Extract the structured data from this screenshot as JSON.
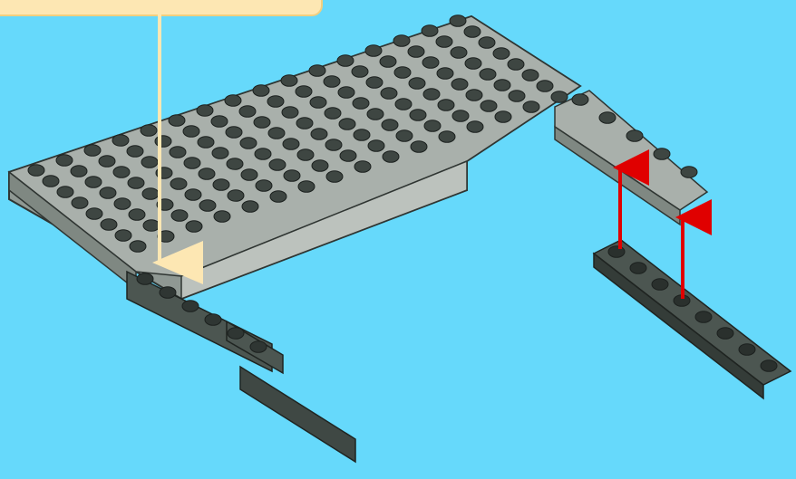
{
  "scene": {
    "background_color": "#66d9fb",
    "callout_color": "#fde7b3",
    "callout_arrow_color": "#fde7b3",
    "step_arrow_color": "#e00000",
    "brick_light_gray": "#a3aba6",
    "brick_dark_gray": "#4c5651"
  },
  "parts": {
    "large_plate": "light-gray-plate",
    "right_plate": "light-gray-plate",
    "front_plate": "dark-gray-plate",
    "loose_plate": "dark-gray-plate"
  },
  "instruction": {
    "callout": "callout-panel",
    "arrows": [
      "red-up-arrow",
      "red-up-arrow"
    ]
  }
}
